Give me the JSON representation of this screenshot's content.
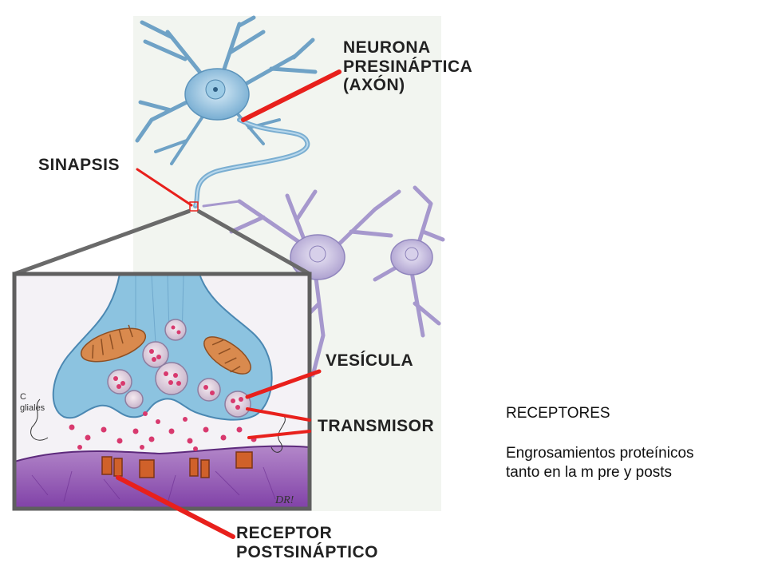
{
  "labels": {
    "neurona_line1": "NEURONA",
    "neurona_line2": "PRESINÁPTICA",
    "neurona_line3": "(AXÓN)",
    "sinapsis": "SINAPSIS",
    "vesicula": "VESÍCULA",
    "transmisor": "TRANSMISOR",
    "receptor_line1": "RECEPTOR",
    "receptor_line2": "POSTSINÁPTICO",
    "glial_line1": "C",
    "glial_line2": "gliales",
    "signature": "DR!"
  },
  "note": {
    "title": "RECEPTORES",
    "line1": "Engrosamientos proteínicos",
    "line2": "tanto en la m pre y posts"
  },
  "colors": {
    "pointer": "#e8201c",
    "neuron_blue": "#8fc1df",
    "neuron_purple": "#c6bde0",
    "postsynaptic": "#9a63b8",
    "mitochondria": "#d98a4e",
    "transmitter": "#d8396e",
    "receptor": "#d0612a"
  }
}
